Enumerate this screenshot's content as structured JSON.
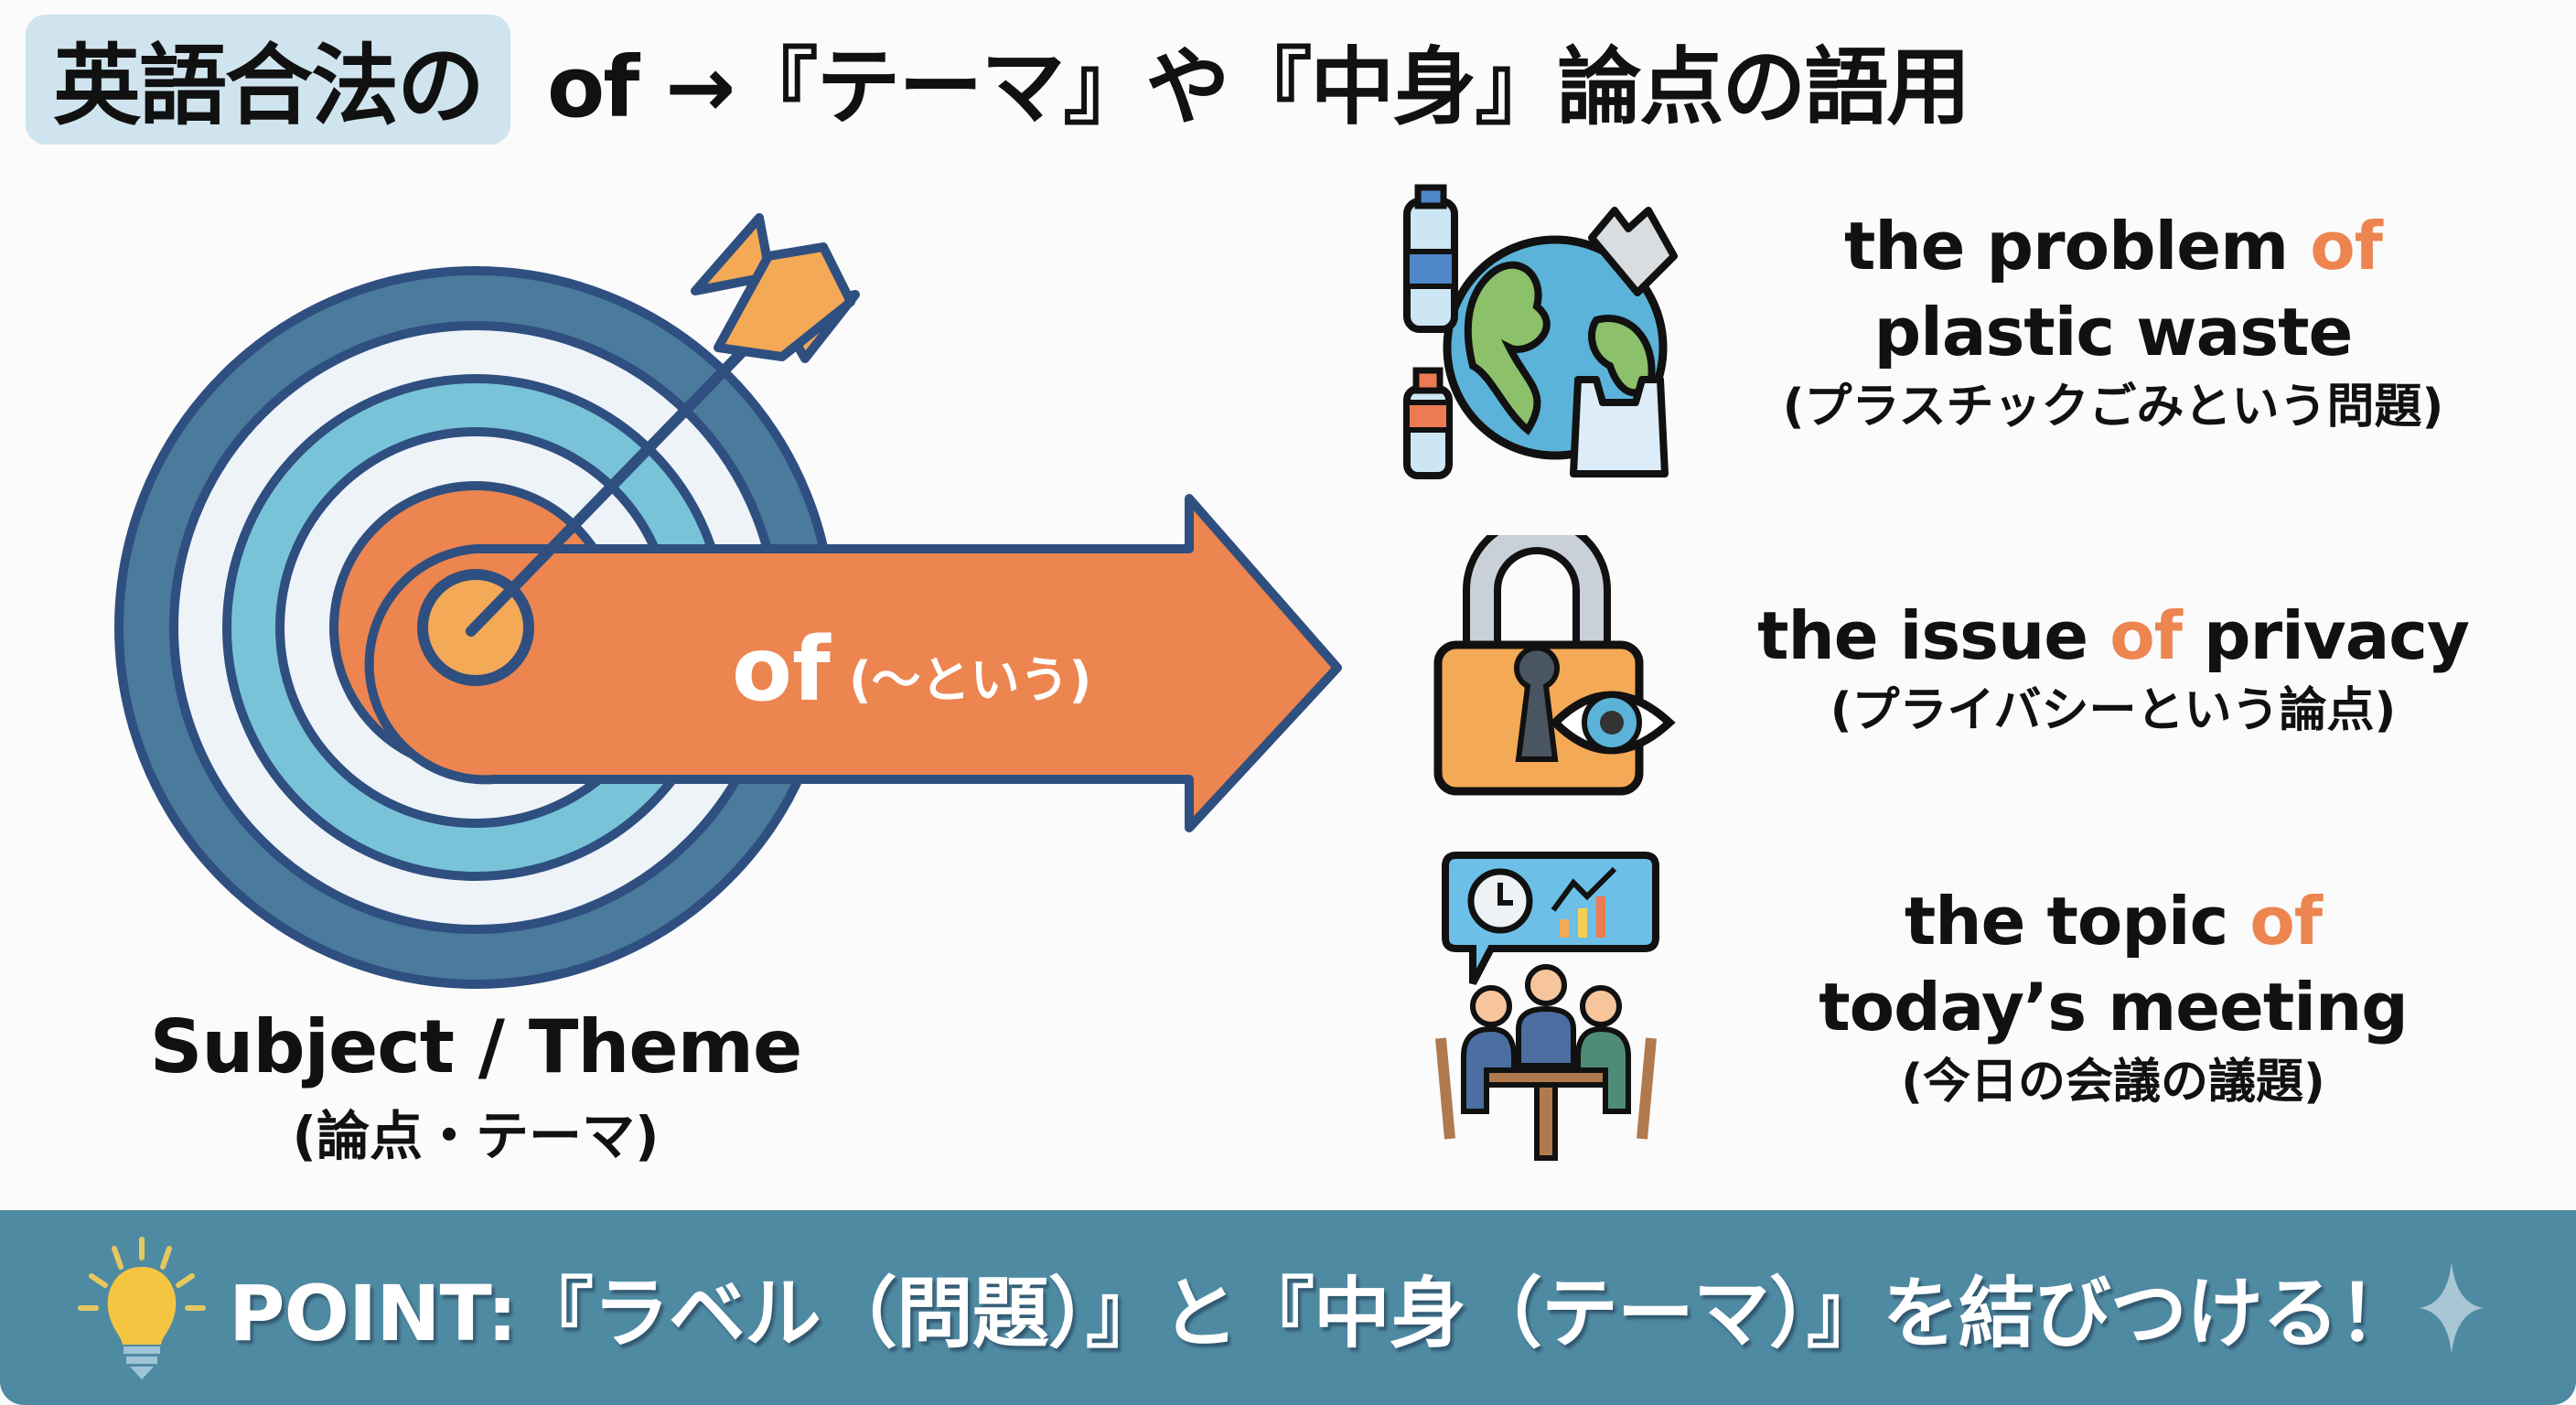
{
  "header": {
    "pill_text": "英語合法の",
    "title_rest": "of →『テーマ』や『中身』論点の語用"
  },
  "diagram": {
    "arrow_label": "of",
    "arrow_sub": "(〜という)",
    "target_icon": "bullseye-target-icon",
    "subject": {
      "en": "Subject / Theme",
      "ja": "(論点・テーマ)"
    }
  },
  "examples": [
    {
      "icon": "plastic-waste-globe-icon",
      "en_lines": [
        "the problem ",
        "of",
        "plastic waste"
      ],
      "ja": "(プラスチックごみという問題)"
    },
    {
      "icon": "padlock-eye-privacy-icon",
      "en_before": "the issue ",
      "of": "of",
      "en_after": " privacy",
      "ja": "(プライバシーという論点)"
    },
    {
      "icon": "meeting-discussion-icon",
      "en_lines": [
        "the topic ",
        "of",
        "today’s meeting"
      ],
      "ja": "(今日の会議の議題)"
    }
  ],
  "footer": {
    "icon": "lightbulb-icon",
    "text": "POINT:『ラベル（問題）』と『中身（テーマ）』を結びつける！",
    "end_icon": "sparkle-icon"
  },
  "colors": {
    "accent_orange": "#ec8550",
    "navy_outline": "#2f4f80",
    "ring_dark": "#4a7a9c",
    "ring_light": "#79c3d8",
    "footer_bg": "#4f8aa3",
    "pill_bg": "#cfe4ef"
  }
}
